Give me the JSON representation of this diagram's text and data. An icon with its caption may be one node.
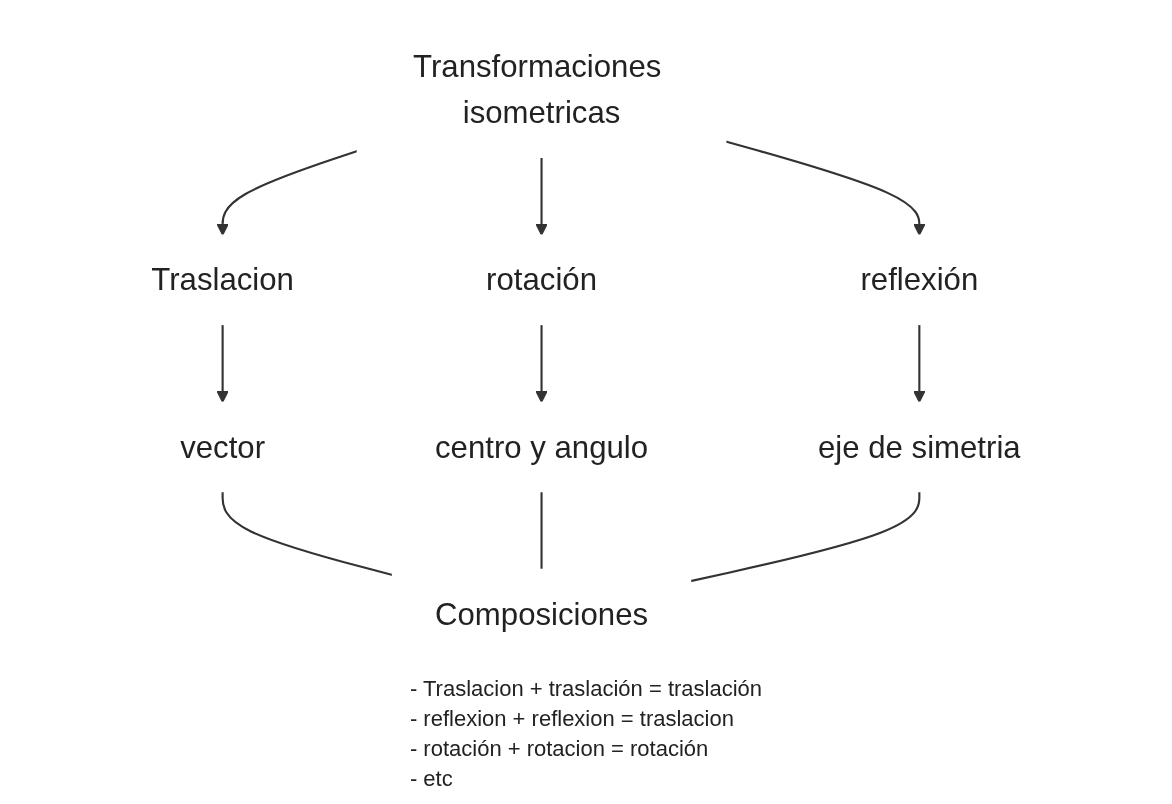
{
  "diagram": {
    "nodes": [
      {
        "text": [
          "Transformaciones isometricas"
        ]
      },
      {
        "text": [
          "Traslacion"
        ]
      },
      {
        "text": [
          "rotación"
        ]
      },
      {
        "text": [
          "reflexión"
        ]
      },
      {
        "text": [
          "vector"
        ]
      },
      {
        "text": [
          "centro y angulo"
        ]
      },
      {
        "text": [
          "eje de simetria"
        ]
      },
      {
        "text": [
          "Composiciones"
        ]
      }
    ],
    "edges": [
      {
        "from": 0,
        "to": 1,
        "arrow": "to"
      },
      {
        "from": 0,
        "to": 2,
        "arrow": "to"
      },
      {
        "from": 0,
        "to": 3,
        "arrow": "to"
      },
      {
        "from": 1,
        "to": 4,
        "arrow": "to"
      },
      {
        "from": 2,
        "to": 5,
        "arrow": "to"
      },
      {
        "from": 3,
        "to": 6,
        "arrow": "to"
      },
      {
        "from": 4,
        "to": 7,
        "arrow": "none"
      },
      {
        "from": 5,
        "to": 7,
        "arrow": "none"
      },
      {
        "from": 6,
        "to": 7,
        "arrow": "none"
      }
    ],
    "labels": [
      "- Traslacion + traslación = traslación",
      "- reflexion + reflexion = traslacion",
      "- rotación + rotacion = rotación",
      "- etc"
    ]
  }
}
